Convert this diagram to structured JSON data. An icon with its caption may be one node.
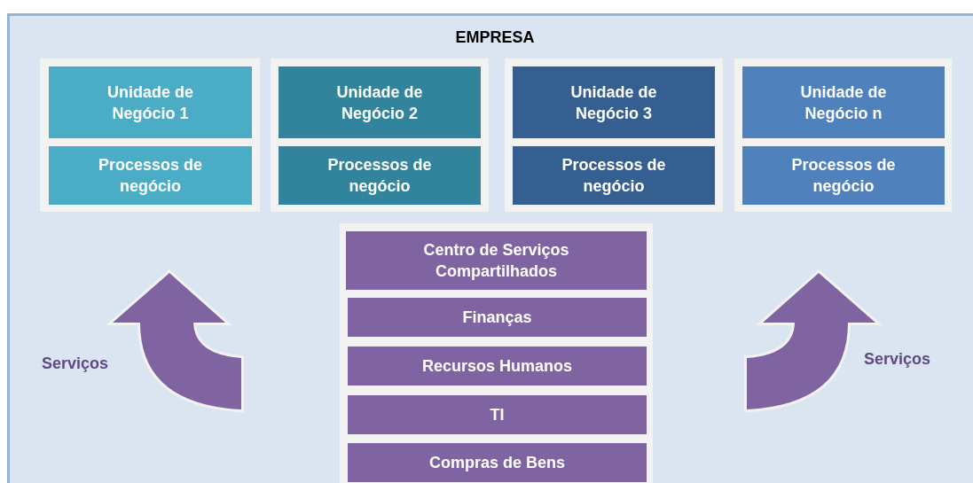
{
  "diagram": {
    "nodes": [
      {
        "text": [
          "EMPRESA"
        ]
      },
      {
        "text": [],
        "shape": "box",
        "in": 0
      },
      {
        "text": [
          "Unidade de Negócio 1"
        ],
        "in": 1
      },
      {
        "text": [
          "Processos de negócio"
        ],
        "in": 1
      },
      {
        "text": [],
        "shape": "box",
        "in": 0
      },
      {
        "text": [
          "Unidade de Negócio 2"
        ],
        "in": 4
      },
      {
        "text": [
          "Processos de negócio"
        ],
        "in": 4
      },
      {
        "text": [],
        "shape": "box",
        "in": 0
      },
      {
        "text": [
          "Unidade de Negócio 3"
        ],
        "in": 7
      },
      {
        "text": [
          "Processos de negócio"
        ],
        "in": 7
      },
      {
        "text": [],
        "shape": "box",
        "in": 0
      },
      {
        "text": [
          "Unidade de Negócio n"
        ],
        "in": 10
      },
      {
        "text": [
          "Processos de negócio"
        ],
        "in": 10
      },
      {
        "text": [],
        "shape": "box",
        "in": 0
      },
      {
        "text": [
          "Centro de Serviços Compartilhados"
        ],
        "in": 13
      },
      {
        "text": [
          "Finanças"
        ],
        "in": 13
      },
      {
        "text": [
          "Recursos Humanos"
        ],
        "in": 13
      },
      {
        "text": [
          "TI"
        ],
        "in": 13
      },
      {
        "text": [
          "Compras de Bens"
        ],
        "in": 13
      }
    ],
    "labels": [
      "Serviços",
      "Serviços"
    ]
  }
}
